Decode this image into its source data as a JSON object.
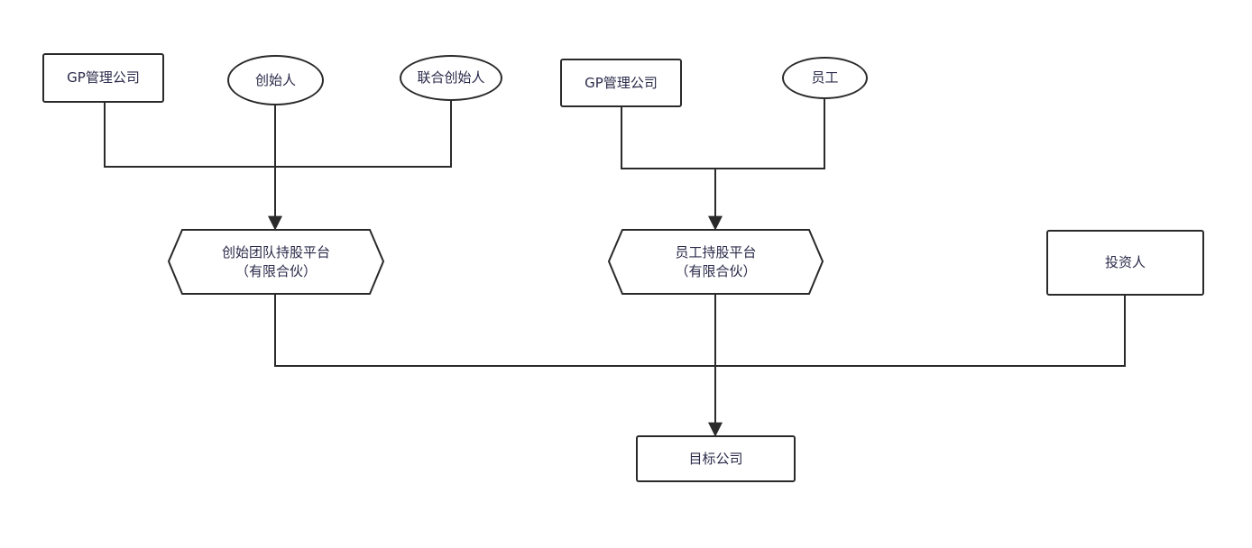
{
  "nodes": {
    "gp_a": "GP管理公司",
    "founder": "创始人",
    "cofounder": "联合创始人",
    "gp_b": "GP管理公司",
    "employee": "员工",
    "founder_platform": {
      "line1": "创始团队持股平台",
      "line2": "（有限合伙）"
    },
    "employee_platform": {
      "line1": "员工持股平台",
      "line2": "（有限合伙）"
    },
    "investor": "投资人",
    "target": "目标公司"
  },
  "colors": {
    "line": "#2a2a2a",
    "text": "#2a2a4a"
  }
}
